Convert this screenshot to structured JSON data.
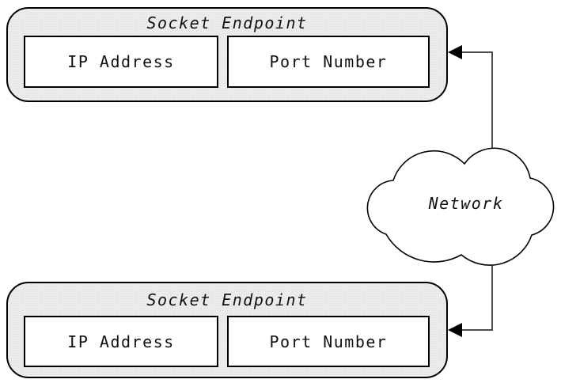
{
  "diagram": {
    "endpoints": [
      {
        "title": "Socket Endpoint",
        "fields": [
          {
            "label": "IP Address"
          },
          {
            "label": "Port Number"
          }
        ]
      },
      {
        "title": "Socket Endpoint",
        "fields": [
          {
            "label": "IP Address"
          },
          {
            "label": "Port Number"
          }
        ]
      }
    ],
    "cloud": {
      "label": "Network"
    },
    "icons": {
      "arrowheads": "left-arrowhead"
    },
    "colors": {
      "endpoint_fill": "#ececec",
      "field_fill": "#ffffff",
      "border": "#000000",
      "connector": "#4d4d4d",
      "arrowhead": "#000000",
      "cloud_fill": "#ffffff"
    }
  }
}
